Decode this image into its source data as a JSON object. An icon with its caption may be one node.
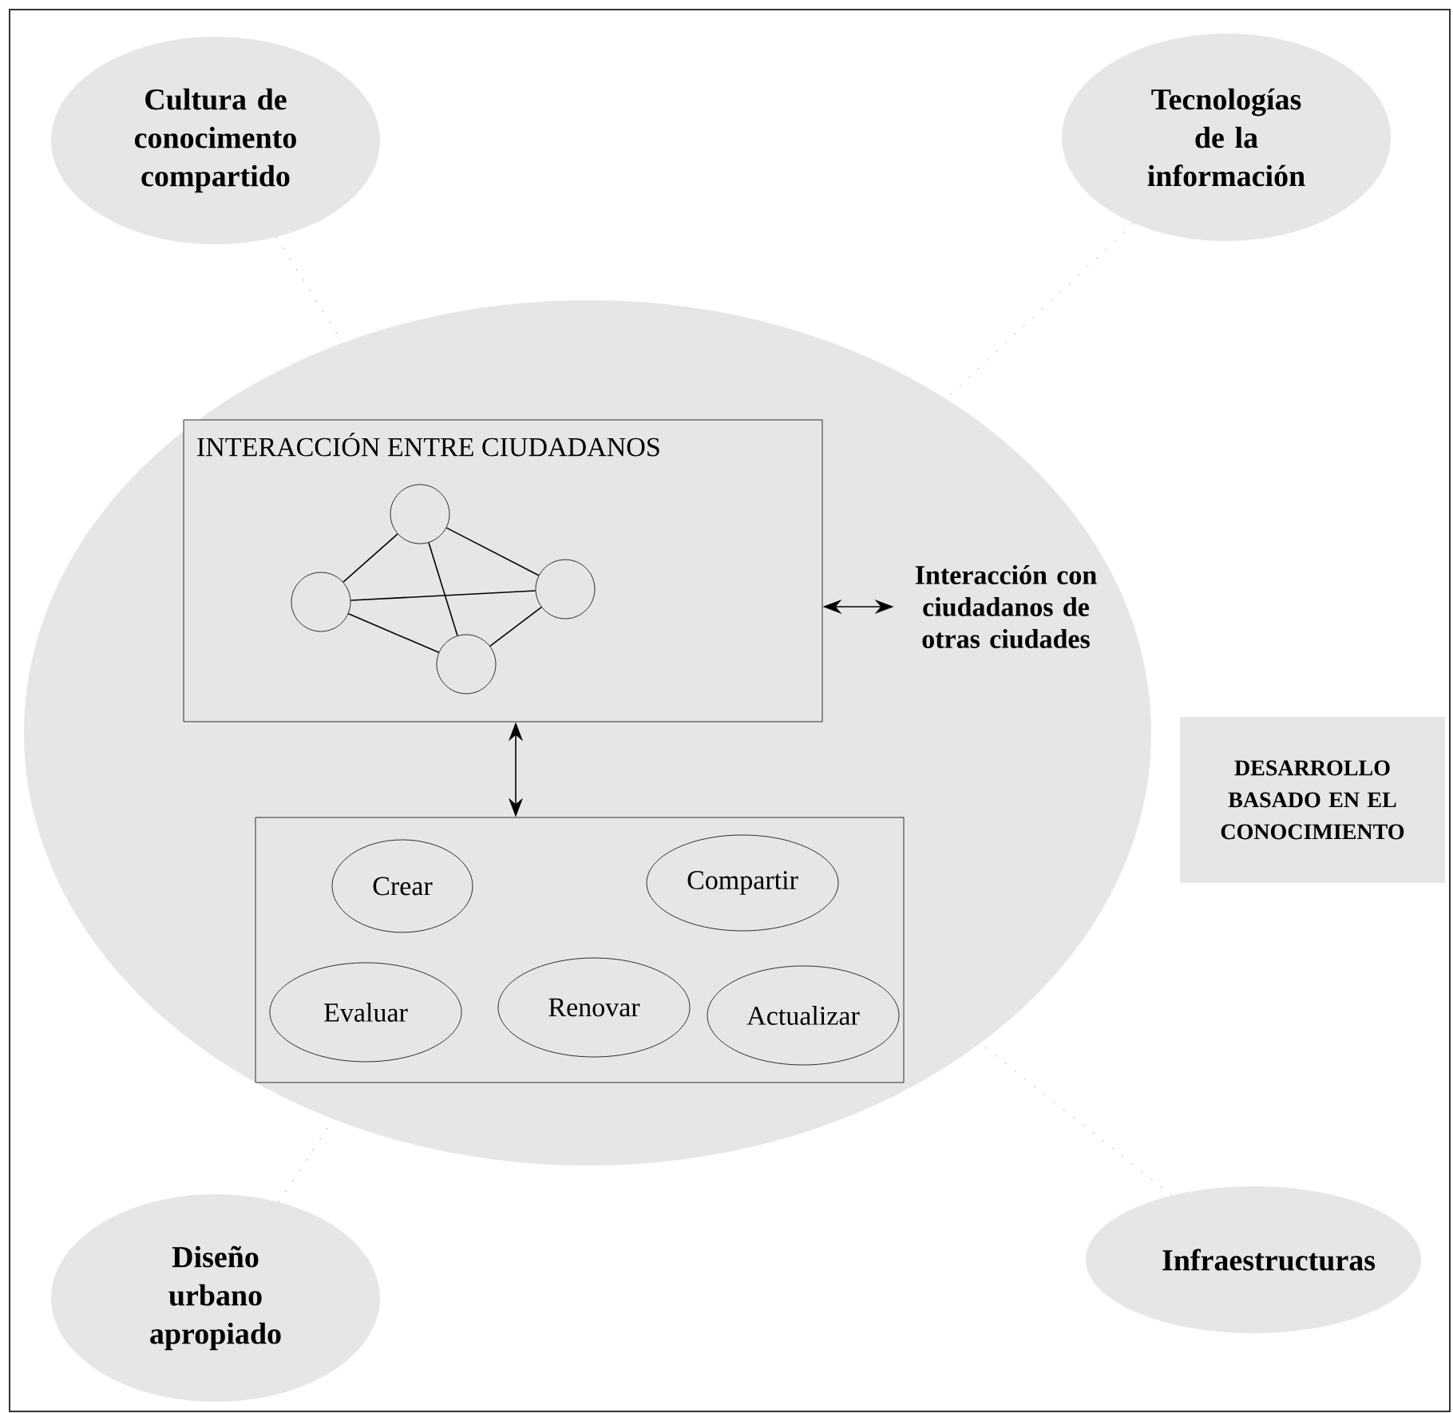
{
  "diagram": {
    "nodes": [
      {
        "text": [],
        "shape": "circle"
      },
      {
        "text": [
          "Cultura de conocimento compartido"
        ]
      },
      {
        "text": [
          "Tecnologías de la información"
        ]
      },
      {
        "text": [
          "INTERACCIÓN ENTRE CIUDADANOS"
        ],
        "in": 0
      },
      {
        "text": [],
        "shape": "circle",
        "in": 3
      },
      {
        "text": [],
        "shape": "circle",
        "in": 3
      },
      {
        "text": [],
        "shape": "circle",
        "in": 3
      },
      {
        "text": [],
        "shape": "circle",
        "in": 3
      },
      {
        "text": [
          "Interacción con ciudadanos de otras ciudades"
        ],
        "in": 0
      },
      {
        "text": [],
        "shape": "box",
        "in": 0
      },
      {
        "text": [
          "Crear"
        ],
        "in": 9
      },
      {
        "text": [
          "Compartir"
        ],
        "in": 9
      },
      {
        "text": [
          "Evaluar"
        ],
        "in": 9
      },
      {
        "text": [
          "Renovar"
        ],
        "in": 9
      },
      {
        "text": [
          "Actualizar"
        ],
        "in": 9
      },
      {
        "text": [
          "DESARROLLO BASADO EN EL CONOCIMIENTO"
        ]
      },
      {
        "text": [
          "Diseño urbano apropiado"
        ]
      },
      {
        "text": [
          "Infraestructuras"
        ]
      }
    ],
    "edges": [
      {
        "from": 1,
        "to": 0,
        "arrow": "none",
        "style": "dashed",
        "color": "#737373"
      },
      {
        "from": 2,
        "to": 0,
        "arrow": "none",
        "style": "dashed",
        "color": "#737373"
      },
      {
        "from": 16,
        "to": 0,
        "arrow": "none",
        "style": "dashed",
        "color": "#737373"
      },
      {
        "from": 17,
        "to": 0,
        "arrow": "none",
        "style": "dashed",
        "color": "#737373"
      },
      {
        "from": 5,
        "to": 4,
        "arrow": "none"
      },
      {
        "from": 5,
        "to": 7,
        "arrow": "none"
      },
      {
        "from": 5,
        "to": 6,
        "arrow": "none"
      },
      {
        "from": 4,
        "to": 7,
        "arrow": "none"
      },
      {
        "from": 4,
        "to": 6,
        "arrow": "none"
      },
      {
        "from": 6,
        "to": 7,
        "arrow": "none"
      },
      {
        "from": 3,
        "to": 8,
        "arrow": "both"
      },
      {
        "from": 3,
        "to": 9,
        "arrow": "both"
      }
    ]
  }
}
